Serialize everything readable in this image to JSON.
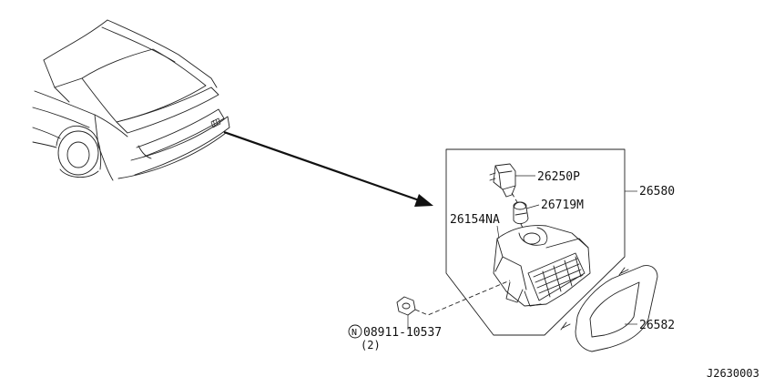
{
  "diagram": {
    "reference_code": "J2630003",
    "parts": [
      {
        "id": "p1",
        "number": "26250P"
      },
      {
        "id": "p2",
        "number": "26719M"
      },
      {
        "id": "p3",
        "number": "26154NA"
      },
      {
        "id": "p4",
        "number": "26580"
      },
      {
        "id": "p5",
        "number": "26582"
      },
      {
        "id": "p6",
        "number": "08911-10537",
        "prefix_symbol": "N",
        "quantity": "(2)"
      }
    ]
  }
}
